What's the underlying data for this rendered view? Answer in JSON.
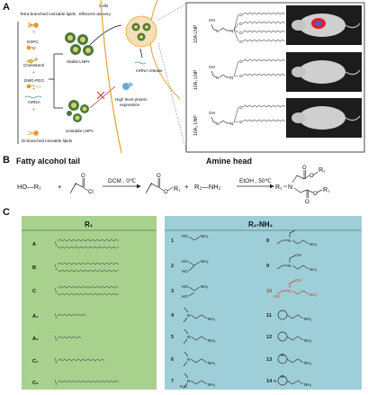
{
  "panelA": {
    "letter": "A",
    "components": [
      "Tetra-branched ionizable lipids",
      "DSPC",
      "Cholesterol",
      "DMG-PEG",
      "mRNA",
      "Di-branched ionizable lipids"
    ],
    "plus": "+",
    "efficient_delivery": "Effecient delivery",
    "cells": "Cells",
    "stable_lnps": "Stable LNPs",
    "unstable_lnps": "Unstable LNPs",
    "mrna_release": "mRNA release",
    "high_level": "High level protein expression",
    "lnp_rows": [
      "10A LNP",
      "10A₁ LNP",
      "10A₂ LNP"
    ],
    "atoms": {
      "oh": "OH",
      "o": "O",
      "n": "N"
    }
  },
  "panelB": {
    "letter": "B",
    "fatty_tail": "Fatty alcohol tail",
    "amine_head": "Amine head",
    "ho_r1": "HO—R₁",
    "plus": "+",
    "cl": "Cl",
    "o": "O",
    "dcm": "DCM , 0℃",
    "r1": "R₁",
    "r2nh2": "R₂—NH₂",
    "etoh": "EtOH , 50℃",
    "r2": "R₂",
    "n": "N"
  },
  "panelC": {
    "letter": "C",
    "r1_title": "R₁",
    "r2_title": "R₂-NH₂",
    "r1_items": [
      {
        "label": "A",
        "chain": 3
      },
      {
        "label": "B",
        "chain": 2
      },
      {
        "label": "C",
        "chain": 1
      },
      {
        "label": "A₁",
        "chain": 0
      },
      {
        "label": "A₂",
        "chain": 0
      },
      {
        "label": "C₁",
        "chain": 0
      },
      {
        "label": "C₂",
        "chain": 0
      }
    ],
    "r2_items": [
      {
        "label": "1",
        "highlight": false
      },
      {
        "label": "2",
        "highlight": false
      },
      {
        "label": "3",
        "highlight": false
      },
      {
        "label": "4",
        "highlight": false
      },
      {
        "label": "5",
        "highlight": false
      },
      {
        "label": "6",
        "highlight": false
      },
      {
        "label": "7",
        "highlight": false
      },
      {
        "label": "8",
        "highlight": false
      },
      {
        "label": "9",
        "highlight": false
      },
      {
        "label": "10",
        "highlight": true
      },
      {
        "label": "11",
        "highlight": false
      },
      {
        "label": "12",
        "highlight": false
      },
      {
        "label": "13",
        "highlight": false
      },
      {
        "label": "14",
        "highlight": false
      }
    ],
    "atoms": {
      "ho": "HO",
      "oh": "OH",
      "nh2": "NH₂",
      "n": "N",
      "o": "O",
      "h3c": "H₃C"
    }
  },
  "colors": {
    "r1_bg": "#a9d18e",
    "r2_bg": "#9ecfd9",
    "highlight": "#e0301e",
    "lnp_core": "#4a7a3a",
    "lnp_dot": "#d8d070"
  }
}
